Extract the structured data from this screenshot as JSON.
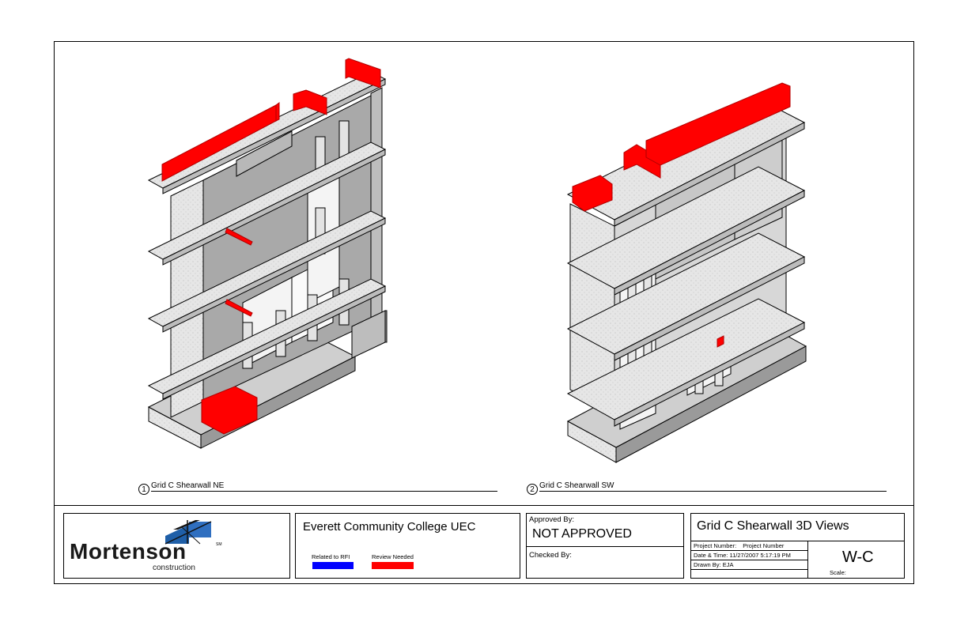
{
  "views": [
    {
      "number": "1",
      "title": "Grid C Shearwall NE"
    },
    {
      "number": "2",
      "title": "Grid C Shearwall SW"
    }
  ],
  "company": {
    "name": "Mortenson",
    "sub": "construction",
    "mark": "SM"
  },
  "project": {
    "name": "Everett Community College UEC"
  },
  "legend": [
    {
      "label": "Related to RFI",
      "color": "#0000ff"
    },
    {
      "label": "Review Needed",
      "color": "#ff0000"
    }
  ],
  "approval": {
    "approved_label": "Approved By:",
    "approved_value": "NOT APPROVED",
    "checked_label": "Checked By:"
  },
  "sheet": {
    "title": "Grid C Shearwall 3D Views",
    "project_number_label": "Project Number:",
    "project_number_value": "Project Number",
    "datetime_label": "Date & Time:",
    "datetime_value": "11/27/2007 5:17:19 PM",
    "drawn_by_label": "Drawn By:",
    "drawn_by_value": "EJA",
    "sheet_number": "W-C",
    "scale_label": "Scale:"
  },
  "colors": {
    "review": "#ff0000",
    "rfi": "#0000ff",
    "concrete": "#e4e4e4",
    "concrete_dark": "#a8a8a8"
  }
}
